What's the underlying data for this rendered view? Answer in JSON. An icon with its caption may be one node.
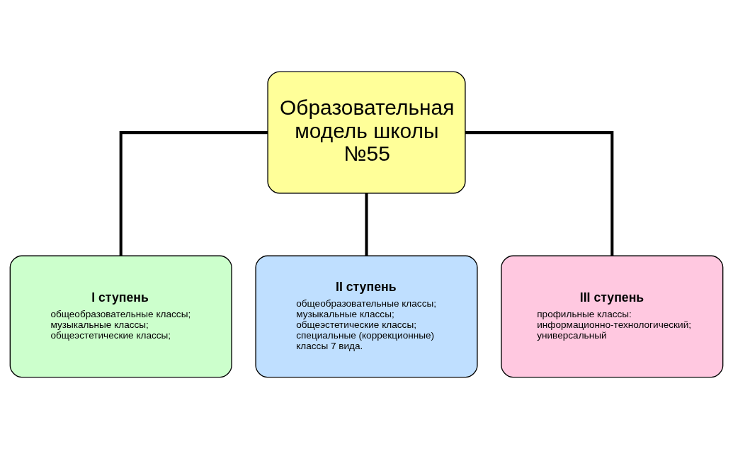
{
  "diagram": {
    "nodes": [
      {
        "text": [
          "Образовательная модель школы №55"
        ]
      },
      {
        "text": [
          "I ступень",
          "общеобразовательные классы; музыкальные классы; общеэстетические классы;"
        ]
      },
      {
        "text": [
          "II ступень",
          "общеобразовательные классы; музыкальные классы; общеэстетические классы; специальные (коррекционные) классы 7 вида."
        ]
      },
      {
        "text": [
          "III ступень",
          "профильные классы: информационно-технологический; универсальный"
        ]
      }
    ],
    "edges": [
      {
        "from": 0,
        "to": 1,
        "arrow": "none"
      },
      {
        "from": 0,
        "to": 2,
        "arrow": "none"
      },
      {
        "from": 0,
        "to": 3,
        "arrow": "none"
      }
    ]
  }
}
